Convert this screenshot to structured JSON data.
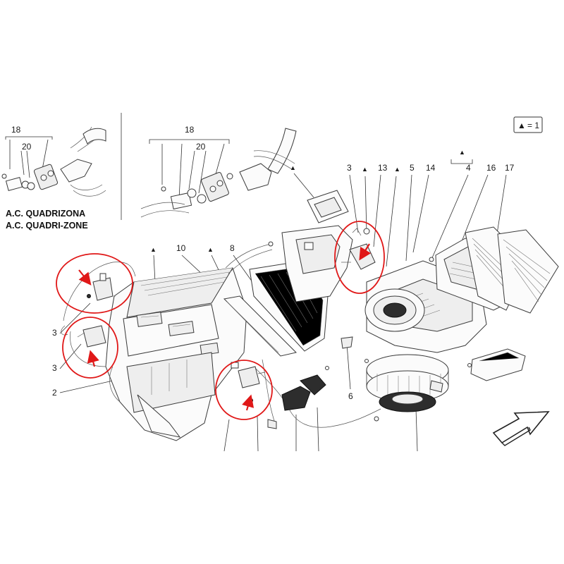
{
  "inset": {
    "caption_line1": "A.C. QUADRIZONA",
    "caption_line2": "A.C. QUADRI-ZONE",
    "label_18": "18",
    "label_20": "20"
  },
  "detail": {
    "label_18": "18",
    "label_20": "20"
  },
  "legend": {
    "triangle": "▲",
    "text": "= 1"
  },
  "callouts": {
    "c3_top": "3",
    "c13": "13",
    "c5": "5",
    "c14": "14",
    "c4": "4",
    "c16": "16",
    "c17": "17",
    "c10": "10",
    "c8": "8",
    "c3_left_a": "3",
    "c3_left_b": "3",
    "c2": "2",
    "c6": "6"
  },
  "triangle_glyph": "▲",
  "colors": {
    "highlight": "#e01818",
    "line": "#3a3a3a"
  }
}
